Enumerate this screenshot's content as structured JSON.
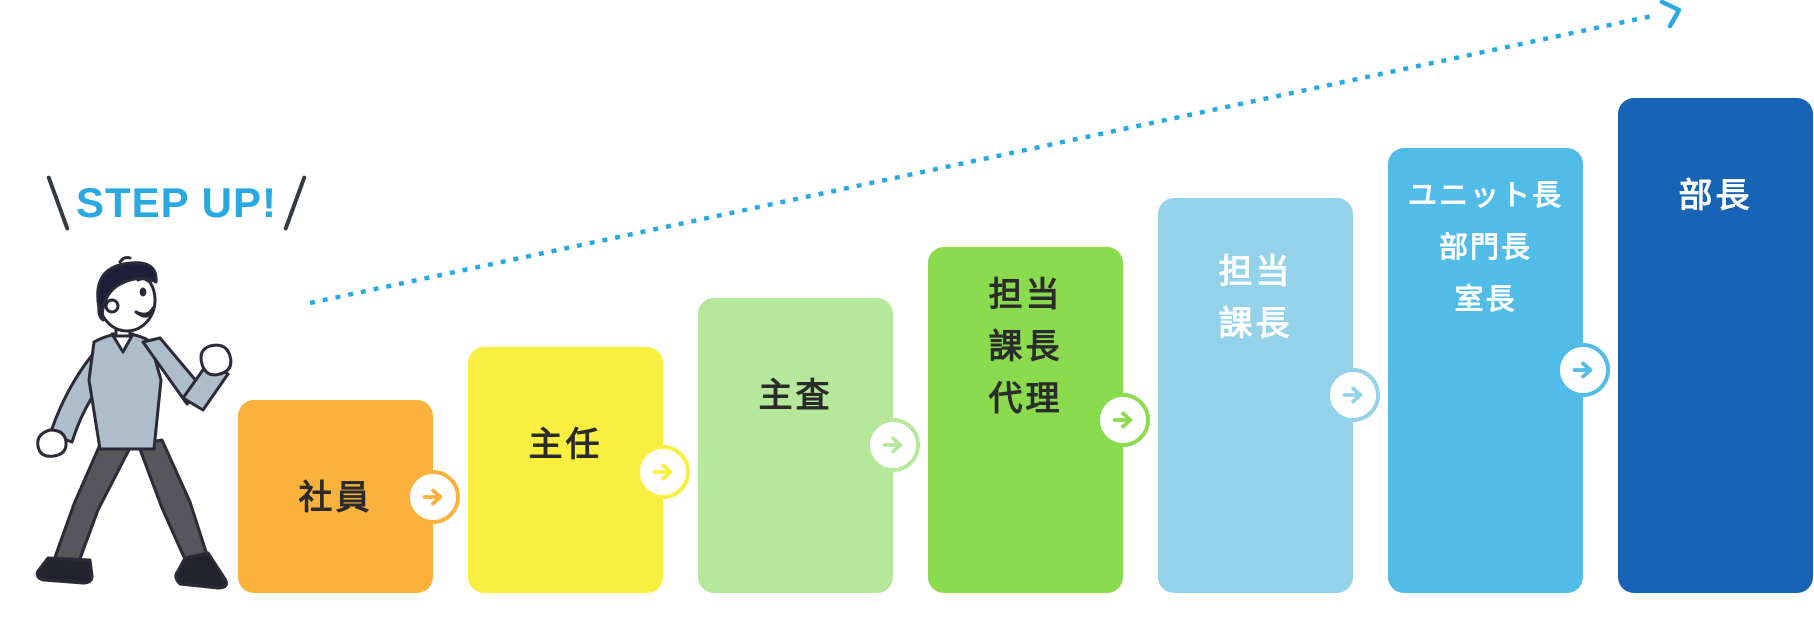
{
  "badge": {
    "text": "STEP UP!",
    "color": "#29A9E2"
  },
  "growth_arrow": {
    "color": "#29A9E2",
    "style": "dotted",
    "direction": "up-right"
  },
  "steps": [
    {
      "name": "社員",
      "lines": [
        "社員"
      ],
      "color": "#FBB23C",
      "text_color": "#2B2B2B"
    },
    {
      "name": "主任",
      "lines": [
        "主任"
      ],
      "color": "#F8EF41",
      "text_color": "#2B2B2B"
    },
    {
      "name": "主査",
      "lines": [
        "主査"
      ],
      "color": "#B6E89B",
      "text_color": "#2B2B2B"
    },
    {
      "name": "担当課長代理",
      "lines": [
        "担当",
        "課長",
        "代理"
      ],
      "color": "#8BDB4F",
      "text_color": "#2B2B2B"
    },
    {
      "name": "担当課長",
      "lines": [
        "担当",
        "課長"
      ],
      "color": "#93D2E9",
      "text_color": "#FFFFFF"
    },
    {
      "name": "ユニット長・部門長・室長",
      "lines": [
        "ユニット長",
        "部門長",
        "室長"
      ],
      "color": "#52BCE8",
      "text_color": "#FFFFFF"
    },
    {
      "name": "部長",
      "lines": [
        "部長"
      ],
      "color": "#1763B5",
      "text_color": "#FFFFFF"
    }
  ],
  "illustration": {
    "name": "walking-businessman",
    "sweater_color": "#ADBDC9",
    "pants_color": "#56565C",
    "shoe_color": "#23232E",
    "hair_color": "#1E1E38",
    "outline_color": "#2A2A38"
  }
}
